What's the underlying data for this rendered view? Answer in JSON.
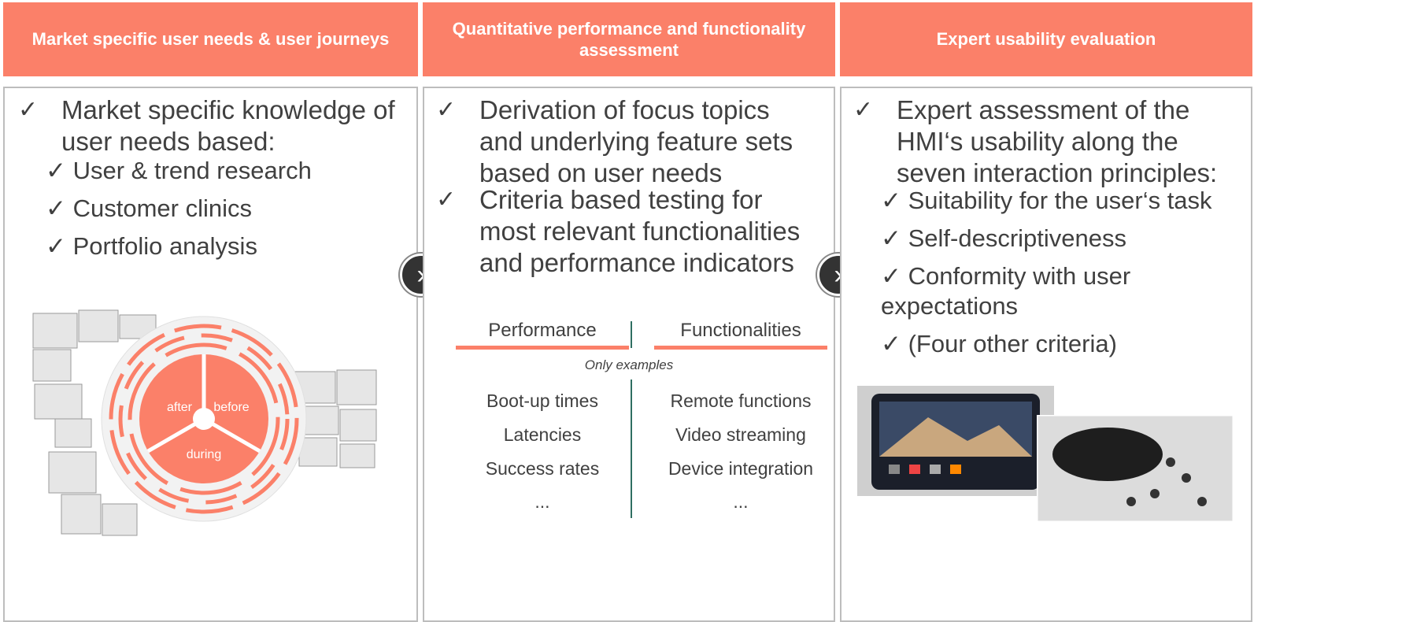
{
  "columns": [
    {
      "header": "Market specific user needs & user journeys",
      "bullets": [
        "Market specific knowledge of user needs based:"
      ],
      "subbullets": [
        "User & trend research",
        "Customer clinics",
        "Portfolio analysis"
      ],
      "wheel": {
        "segments": [
          "after",
          "before",
          "during"
        ]
      }
    },
    {
      "header": "Quantitative performance and functionality assessment",
      "bullets": [
        "Derivation of focus topics and underlying feature sets based on user needs",
        "Criteria based testing for most relevant functionalities and performance indicators"
      ],
      "table": {
        "col1": "Performance",
        "col2": "Functionalities",
        "note": "Only examples",
        "col1_items": [
          "Boot-up times",
          "Latencies",
          "Success rates",
          "..."
        ],
        "col2_items": [
          "Remote functions",
          "Video streaming",
          "Device integration",
          "..."
        ]
      }
    },
    {
      "header": "Expert usability evaluation",
      "bullets": [
        "Expert assessment of the HMI‘s usability along the seven interaction principles:"
      ],
      "subbullets": [
        "Suitability for the user‘s task",
        "Self-descriptiveness",
        "Conformity with user expectations",
        "(Four other criteria)"
      ]
    }
  ],
  "check_glyph": "✓",
  "arrow_glyph": "›",
  "colors": {
    "accent": "#fb8069",
    "border": "#bdbdbd",
    "divider": "#2f6f62"
  }
}
